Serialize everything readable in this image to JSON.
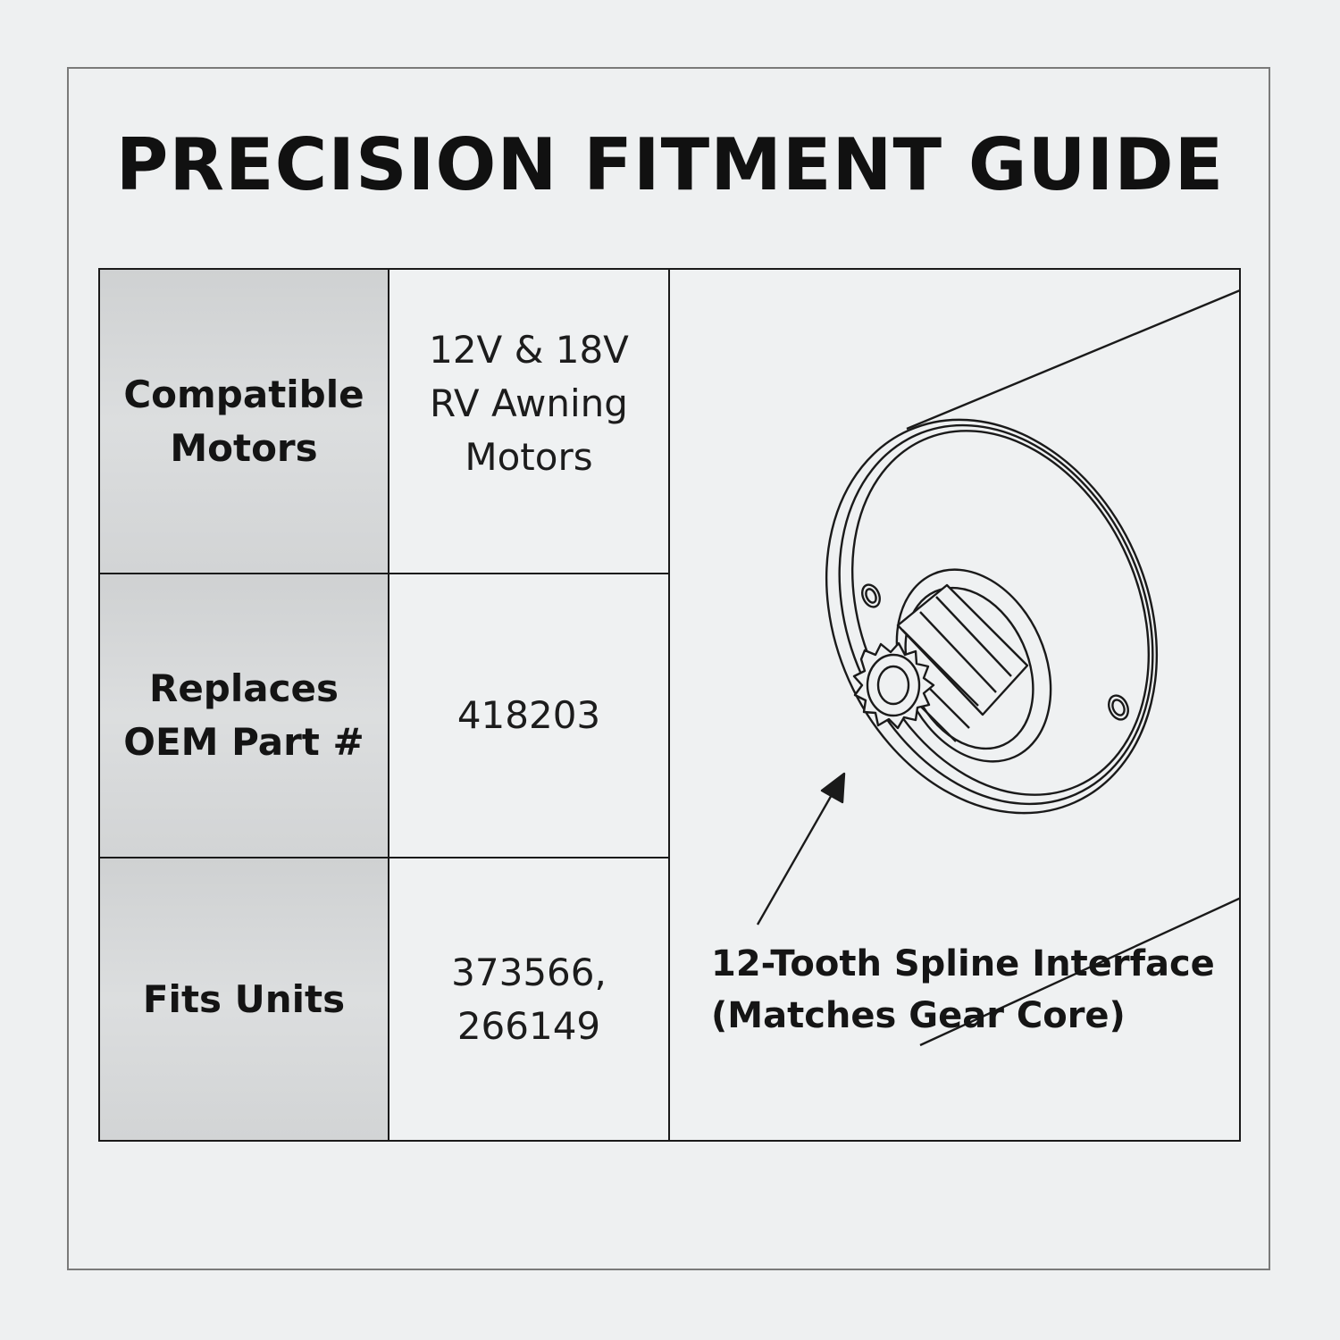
{
  "title": "PRECISION FITMENT GUIDE",
  "rows": [
    {
      "label_lines": [
        "Compatible",
        "Motors"
      ],
      "value_lines": [
        "12V & 18V",
        "RV Awning",
        "Motors"
      ]
    },
    {
      "label_lines": [
        "Replaces",
        "OEM Part #"
      ],
      "value_lines": [
        "418203"
      ]
    },
    {
      "label_lines": [
        "Fits Units"
      ],
      "value_lines": [
        "373566,",
        "266149"
      ]
    }
  ],
  "callout": {
    "line1": "12-Tooth Spline Interface",
    "line2": "(Matches Gear Core)"
  },
  "illustration": {
    "subject": "motor-spline-shaft-icon",
    "tooth_count": 12
  },
  "colors": {
    "background": "#eef0f1",
    "label_cell": "#d3d5d6",
    "line": "#1a1a1a"
  }
}
